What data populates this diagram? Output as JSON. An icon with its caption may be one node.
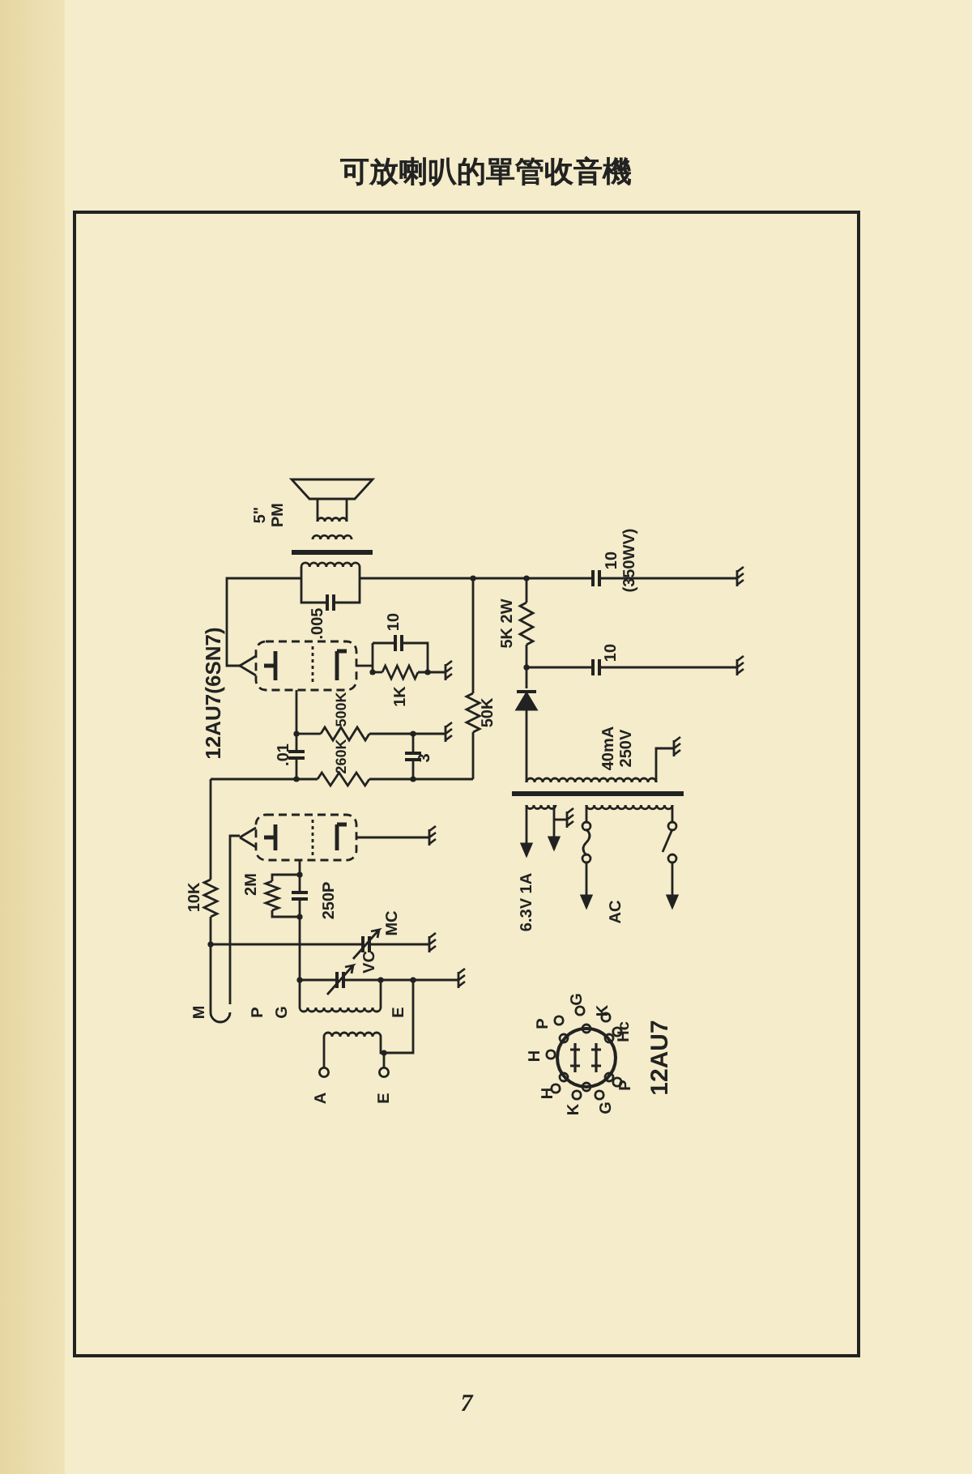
{
  "diagram": {
    "title": "可放喇叭的單管收音機",
    "labels": [
      "12AU7(6SN7)",
      "5\" PM",
      ".005",
      "10",
      "1K",
      "500K",
      "260K",
      ".01",
      "3",
      "50K",
      "5K 2W",
      "10 (350WV)",
      "10",
      "40mA 250V",
      "10K",
      "2M",
      "250P",
      "MC",
      "VC",
      "M",
      "P",
      "G",
      "E",
      "A",
      "E",
      "6.3V 1A",
      "AC",
      "P",
      "G",
      "K",
      "Hc",
      "H",
      "P",
      "H",
      "K",
      "G",
      "12AU7",
      "7"
    ]
  }
}
